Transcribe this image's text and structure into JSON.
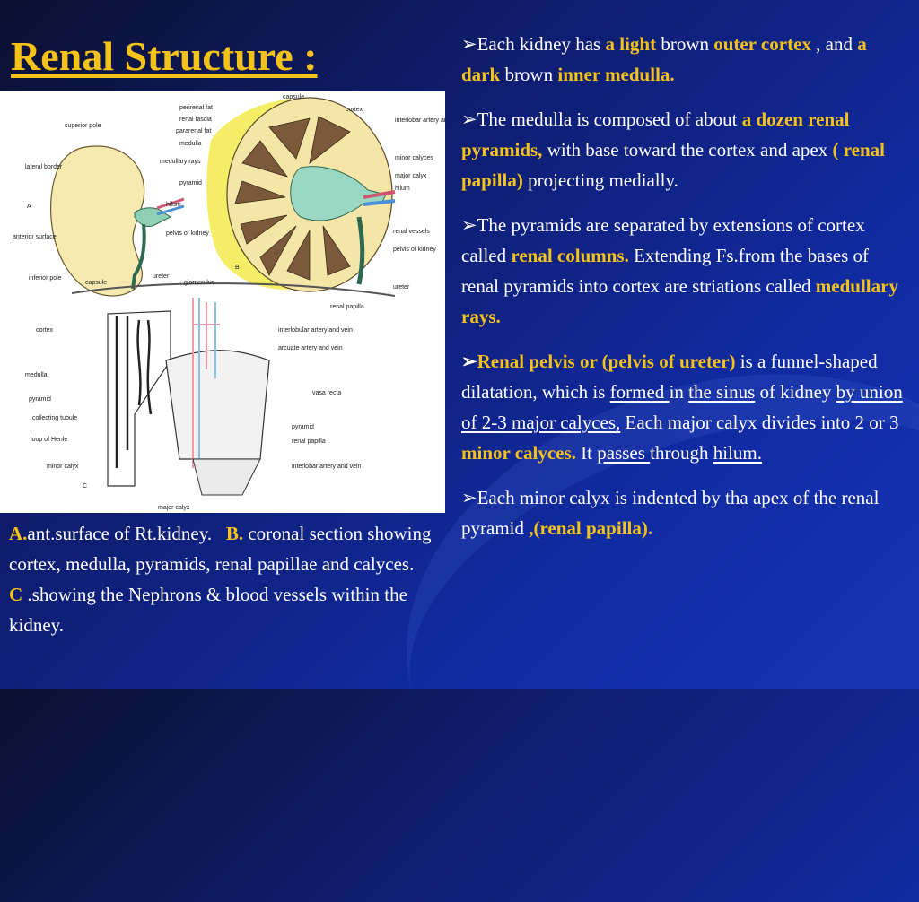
{
  "title": "Renal Structure :",
  "figure": {
    "labels": {
      "capsule": "capsule",
      "perirenal_fat": "perirenal fat",
      "renal_fascia": "renal fascia",
      "pararenal_fat": "pararenal fat",
      "medulla": "medulla",
      "medullary_rays": "medullary rays",
      "pyramid": "pyramid",
      "cortex": "cortex",
      "interlobar": "interlobar artery and vein",
      "minor_calyces": "minor calyces",
      "major_calyx": "major calyx",
      "hilum": "hilum",
      "renal_vessels": "renal vessels",
      "pelvis_of_kidney": "pelvis of kidney",
      "ureter": "ureter",
      "renal_papilla": "renal papilla",
      "superior_pole": "superior pole",
      "lateral_border": "lateral border",
      "anterior_surface": "anterior surface",
      "inferior_pole": "inferior pole",
      "letter_a": "A",
      "letter_b": "B",
      "letter_c": "C",
      "glomerulus": "glomerulus",
      "interlobular": "interlobular artery and vein",
      "arcuate": "arcuate artery and vein",
      "vasa_recta": "vasa recta",
      "collecting_tubule": "collecting tubule",
      "loop_of_henle": "loop of Henle",
      "minor_calyx": "minor calyx"
    }
  },
  "caption": {
    "a_label": "A.",
    "a_text": "ant.surface of Rt.kidney.",
    "b_label": "B.",
    "b_text": " coronal section showing cortex, medulla, pyramids, renal papillae and calyces.",
    "c_label": "C",
    "c_text": " .showing the Nephrons & blood vessels within the kidney."
  },
  "bullets": {
    "b1": {
      "t1": "Each kidney has ",
      "h1": "a light",
      "t2": " brown ",
      "h2": "outer cortex",
      "t3": " , and ",
      "h3": "a dark",
      "t4": " brown ",
      "h4": "inner medulla."
    },
    "b2": {
      "t1": "The medulla is composed of about ",
      "h1": "a dozen renal pyramids,",
      "t2": " with base toward the cortex and apex ",
      "h2": "( renal papilla)",
      "t3": " projecting medially."
    },
    "b3": {
      "t1": "The pyramids are separated by extensions of cortex called ",
      "h1": "renal columns.",
      "t2": " Extending Fs.from the bases of renal pyramids into cortex are striations called ",
      "h2": "medullary rays."
    },
    "b4": {
      "h1": "Renal pelvis or (pelvis of ureter)",
      "t1": " is a funnel-shaped dilatation, which is ",
      "u1": "formed ",
      "t2": " in ",
      "u2": "the sinus",
      "t3": " of kidney ",
      "u3": "by union of 2-3 major calyces,",
      "t4": " Each major calyx divides into 2 or 3 ",
      "h2": "minor calyces.",
      "t5": " It ",
      "u4": "passes ",
      "t6": "through ",
      "u5": "hilum."
    },
    "b5": {
      "t1": "Each minor calyx is indented by tha apex of the renal pyramid ",
      "h1": ",(renal papilla)."
    }
  },
  "colors": {
    "accent_gold": "#f4c219",
    "background": "#102aa0"
  }
}
